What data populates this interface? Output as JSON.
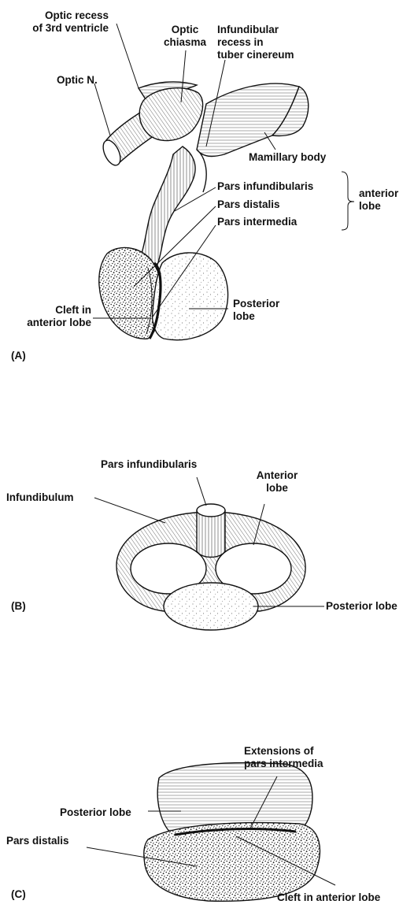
{
  "panel_a": {
    "panel_label": "(A)",
    "labels": {
      "optic_recess_1": "Optic recess",
      "optic_recess_2": "of 3rd ventricle",
      "optic_chiasma_1": "Optic",
      "optic_chiasma_2": "chiasma",
      "infundibular_1": "Infundibular",
      "infundibular_2": "recess in",
      "infundibular_3": "tuber cinereum",
      "optic_n": "Optic N.",
      "mamillary": "Mamillary body",
      "pars_infundibularis": "Pars infundibularis",
      "pars_distalis": "Pars distalis",
      "pars_intermedia": "Pars intermedia",
      "anterior_lobe_1": "anterior",
      "anterior_lobe_2": "lobe",
      "cleft_1": "Cleft in",
      "cleft_2": "anterior lobe",
      "posterior_1": "Posterior",
      "posterior_2": "lobe"
    }
  },
  "panel_b": {
    "panel_label": "(B)",
    "labels": {
      "pars_infundibularis": "Pars infundibularis",
      "infundibulum": "Infundibulum",
      "anterior_1": "Anterior",
      "anterior_2": "lobe",
      "posterior": "Posterior lobe"
    }
  },
  "panel_c": {
    "panel_label": "(C)",
    "labels": {
      "extensions_1": "Extensions of",
      "extensions_2": "pars intermedia",
      "posterior": "Posterior lobe",
      "pars_distalis": "Pars distalis",
      "cleft": "Cleft in anterior lobe"
    }
  }
}
